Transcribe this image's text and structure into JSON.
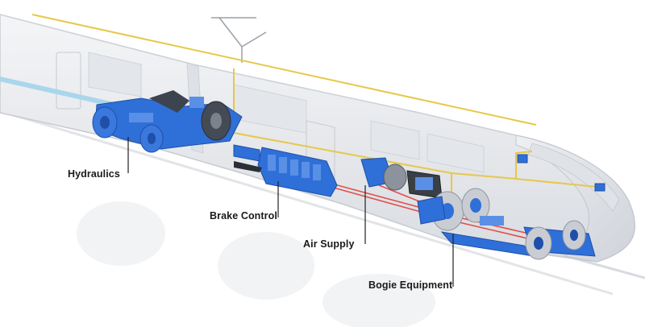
{
  "callouts": {
    "hydraulics": "Hydraulics",
    "brake_control": "Brake Control",
    "air_supply": "Air Supply",
    "bogie_equipment": "Bogie Equipment"
  },
  "colors": {
    "train_body": "#e9ebee",
    "train_outline": "#c7cbd1",
    "components": "#2f6fd8",
    "components_dark": "#1f4fa8",
    "wiring_yellow": "#e6c84a",
    "piping_red": "#e0504a",
    "leader_lines": "#222222"
  }
}
